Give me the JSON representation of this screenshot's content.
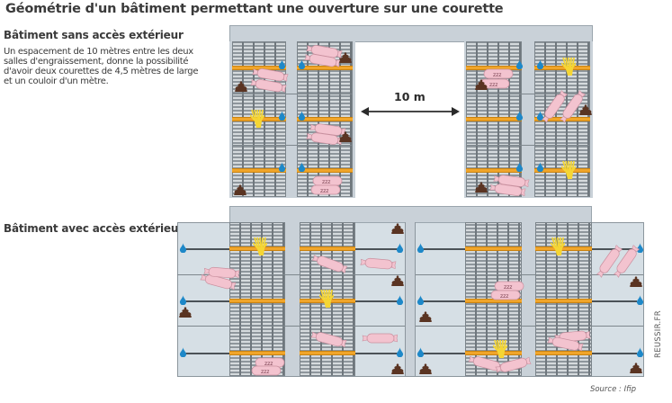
{
  "title": "Géométrie d'un bâtiment permettant une ouverture sur une courette",
  "section_without_access": {
    "heading": "Bâtiment sans accès extérieur",
    "description": "Un espacement de 10 mètres entre les deux salles d'engraissement, donne la possibilité d'avoir deux courettes de 4,5 mètres de large et un couloir d'un mètre.",
    "distance_label": "10 m"
  },
  "section_with_access": {
    "heading": "Bâtiment avec accès extérieur"
  },
  "source": "Source : Ifip",
  "brand": "REUSSIR.FR",
  "colors": {
    "roof": "#c9d1d8",
    "courtyard": "#d6dfe5",
    "grate": "#9aa2a8",
    "feeder": "#f0a52a",
    "water": "#1e88c8",
    "pig": "#f3c3cf",
    "manure": "#5a3422",
    "straw": "#f5d634"
  },
  "icons": [
    "water-drop-icon",
    "pig-icon",
    "sleeping-pig-icon",
    "manure-icon",
    "straw-icon",
    "double-arrow-icon"
  ]
}
